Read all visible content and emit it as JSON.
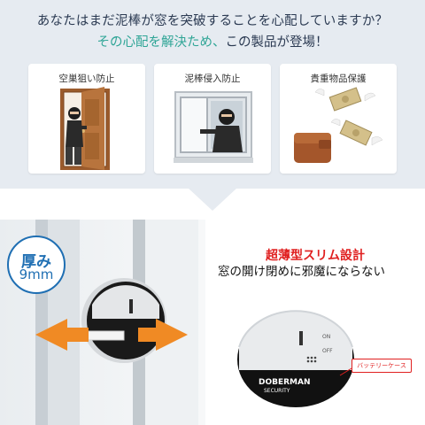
{
  "header": {
    "headline": "あなたはまだ泥棒が窓を突破することを心配していますか？",
    "sub_accent": "その心配を解決ため、",
    "sub_rest": "この製品が登場！"
  },
  "cards": [
    {
      "title": "空巣狙い防止",
      "icon": "burglar-at-door-icon"
    },
    {
      "title": "泥棒侵入防止",
      "icon": "burglar-at-window-icon"
    },
    {
      "title": "貴重物品保護",
      "icon": "wallet-with-flying-money-icon"
    }
  ],
  "features": {
    "thickness_label": "厚み",
    "thickness_value": "9mm",
    "title": "超薄型スリム設計",
    "subtitle": "窓の開け閉めに邪魔にならない"
  },
  "product": {
    "brand": "DOBERMAN",
    "brand_sub": "SECURITY",
    "switch_on": "ON",
    "switch_off": "OFF",
    "battery_label": "バッテリーケース"
  },
  "colors": {
    "panel_bg": "#e6ebf1",
    "accent_teal": "#2fa596",
    "accent_red": "#e02020",
    "accent_blue": "#1f6fb3",
    "arrow_orange": "#f08a24"
  }
}
